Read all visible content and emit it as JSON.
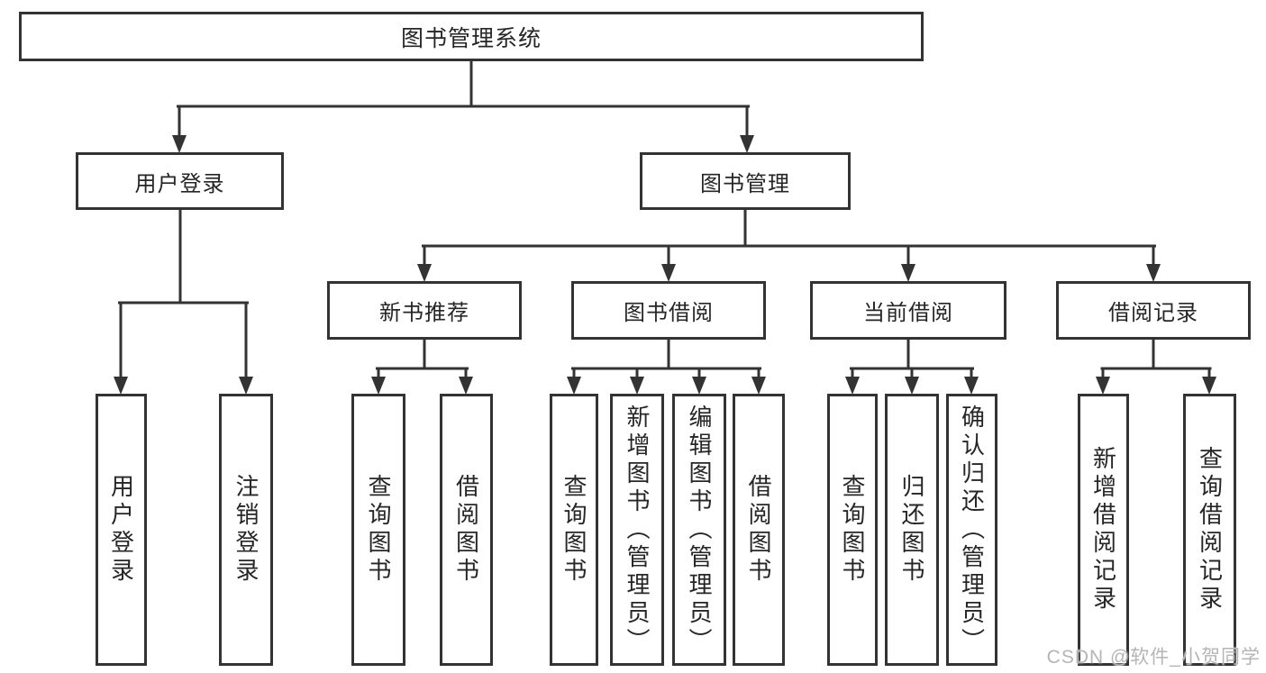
{
  "diagram": {
    "root": {
      "label": "图书管理系统"
    },
    "branches": [
      {
        "label": "用户登录",
        "children": [
          {
            "label": "用户登录"
          },
          {
            "label": "注销登录"
          }
        ]
      },
      {
        "label": "图书管理",
        "children": [
          {
            "label": "新书推荐",
            "children": [
              {
                "label": "查询图书"
              },
              {
                "label": "借阅图书"
              }
            ]
          },
          {
            "label": "图书借阅",
            "children": [
              {
                "label": "查询图书"
              },
              {
                "label": "新增图书（管理员）"
              },
              {
                "label": "编辑图书（管理员）"
              },
              {
                "label": "借阅图书"
              }
            ]
          },
          {
            "label": "当前借阅",
            "children": [
              {
                "label": "查询图书"
              },
              {
                "label": "归还图书"
              },
              {
                "label": "确认归还（管理员）"
              }
            ]
          },
          {
            "label": "借阅记录",
            "children": [
              {
                "label": "新增借阅记录"
              },
              {
                "label": "查询借阅记录"
              }
            ]
          }
        ]
      }
    ]
  },
  "watermark": {
    "text": "CSDN @软件_小贺同学"
  },
  "colors": {
    "line": "#333333",
    "text": "#262626",
    "background": "#ffffff",
    "watermark": "#b5b5b5"
  }
}
